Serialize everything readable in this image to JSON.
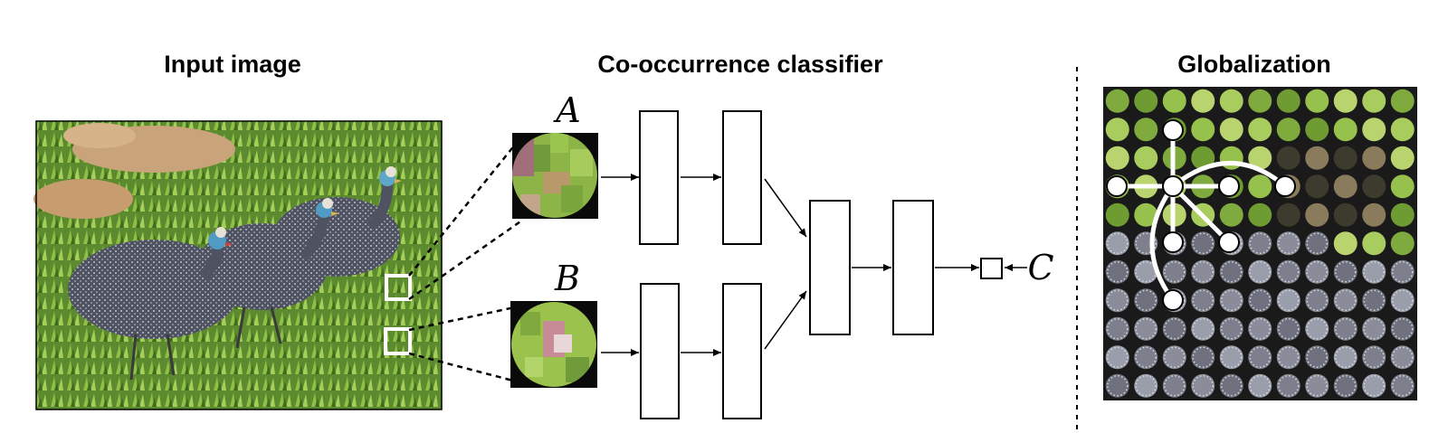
{
  "titles": {
    "input": "Input image",
    "classifier": "Co-occurrence classifier",
    "globalization": "Globalization"
  },
  "labels": {
    "a": "A",
    "b": "B",
    "c": "C"
  },
  "colors": {
    "grass": "#6f9a3a",
    "grass_light": "#9cc24e",
    "rock": "#c9a37a",
    "bird": "#5b5d68",
    "patch_dark": "#0a0a0a",
    "node_fill": "#ffffff"
  }
}
